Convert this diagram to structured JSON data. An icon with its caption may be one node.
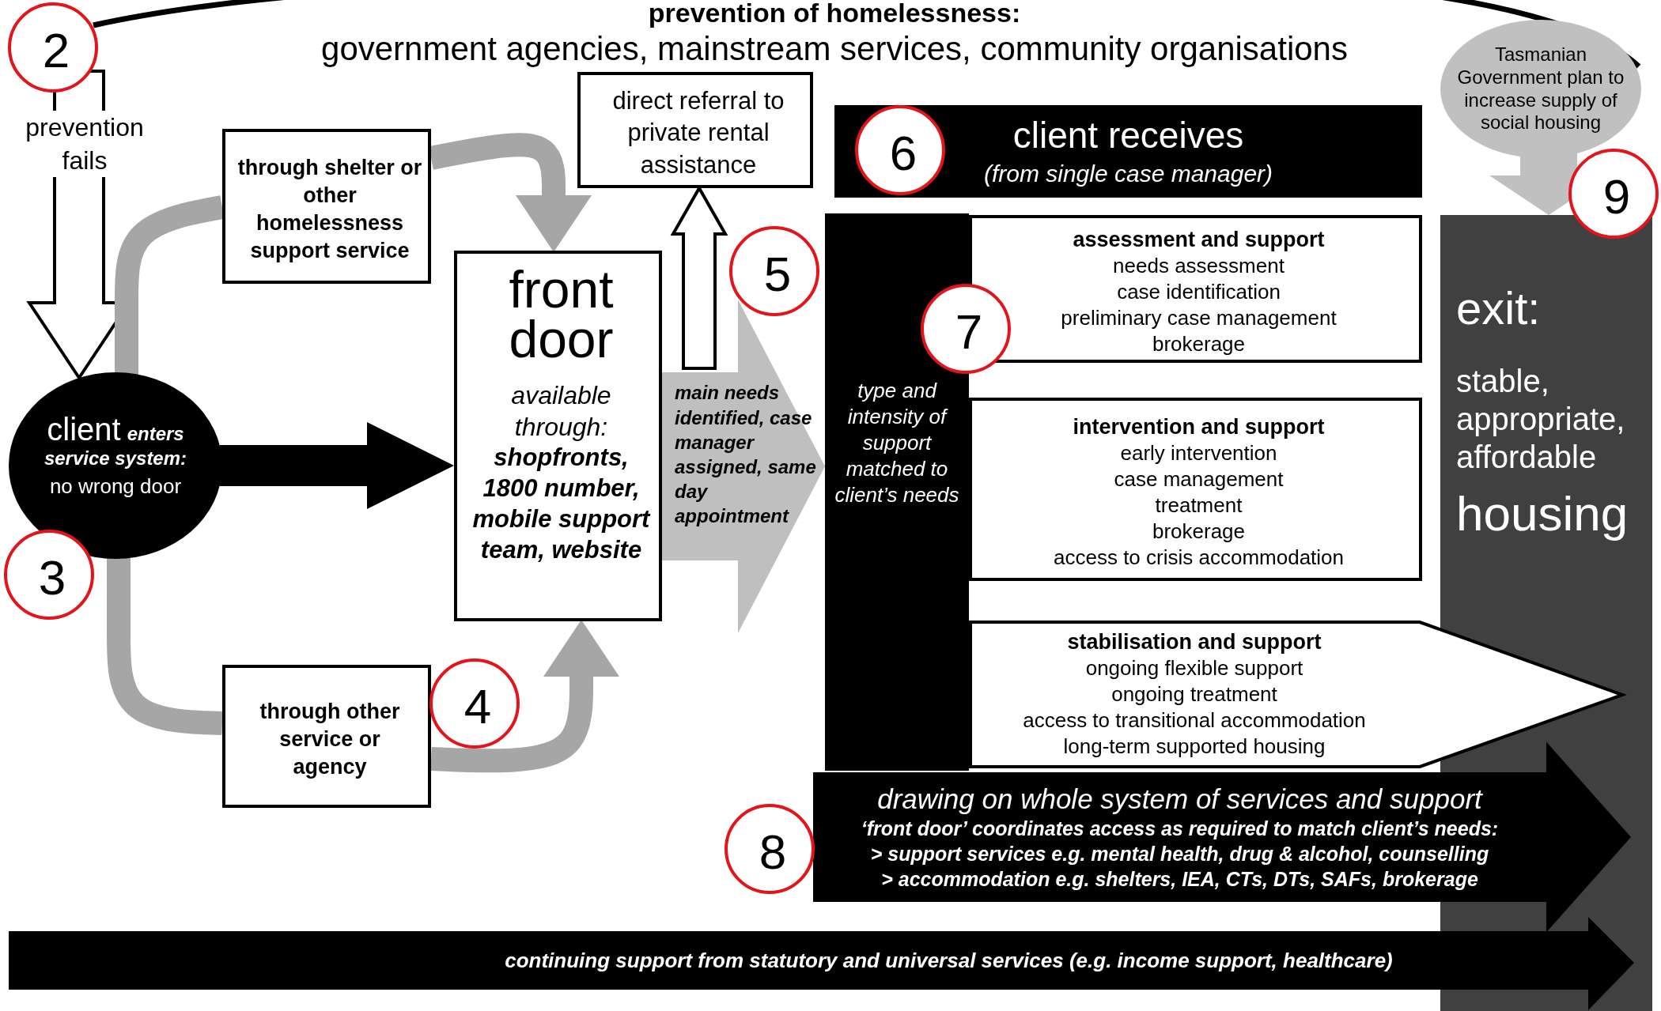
{
  "diagram": {
    "title": "prevention of homelessness:",
    "nodes": [
      {
        "text": [
          "2"
        ]
      },
      {
        "text": [
          "through shelter or other homelessness support service"
        ]
      },
      {
        "text": [
          "direct referral to private rental assistance"
        ]
      },
      {
        "text": [
          "client receives",
          "(from single case manager)"
        ]
      },
      {
        "text": [
          "6"
        ],
        "in": 3
      },
      {
        "text": [
          "Tasmanian Government plan to increase supply of social housing"
        ]
      },
      {
        "text": [
          "9"
        ]
      },
      {
        "text": [
          "front door",
          "available through:",
          "shopfronts, 1800 number, mobile support team, website"
        ]
      },
      {
        "text": [
          "5"
        ]
      },
      {
        "text": [
          "main needs identified, case manager assigned, same day appointment"
        ]
      },
      {
        "text": [
          "type and intensity of support matched to client’s needs"
        ]
      },
      {
        "text": [
          "assessment and support",
          "needs assessment",
          "case identification",
          "preliminary case management",
          "brokerage"
        ]
      },
      {
        "text": [
          "7"
        ]
      },
      {
        "text": [
          "exit:",
          "stable, appropriate, affordable",
          "housing"
        ]
      },
      {
        "text": [
          "client",
          "enters service system:",
          "no wrong door"
        ]
      },
      {
        "text": [
          "intervention and support",
          "early intervention",
          "case management",
          "treatment",
          "brokerage",
          "access to crisis accommodation"
        ]
      },
      {
        "text": [
          "3"
        ]
      },
      {
        "text": [
          "stabilisation and support",
          "ongoing flexible support",
          "ongoing treatment",
          "access to transitional accommodation",
          "long-term supported housing"
        ]
      },
      {
        "text": [
          "through other service or agency"
        ]
      },
      {
        "text": [
          "4"
        ]
      },
      {
        "text": [
          "drawing on whole system of services and support",
          "‘front door’ coordinates access as required to match client’s needs:",
          "> support services e.g. mental health, drug & alcohol, counselling",
          "> accommodation e.g. shelters, IEA, CTs, DTs, SAFs, brokerage"
        ]
      },
      {
        "text": [
          "8"
        ]
      },
      {
        "text": [
          "continuing support from statutory and universal services (e.g. income support, healthcare)"
        ]
      }
    ],
    "edges": [
      {
        "from": null,
        "to": 14,
        "arrow": "to",
        "label": "prevention fails"
      },
      {
        "from": 14,
        "to": 1,
        "arrow": "none",
        "color": "#a6a6a6"
      },
      {
        "from": 1,
        "to": 7,
        "arrow": "to",
        "color": "#a6a6a6"
      },
      {
        "from": 14,
        "to": 18,
        "arrow": "none",
        "color": "#a6a6a6"
      },
      {
        "from": 18,
        "to": 7,
        "arrow": "to",
        "color": "#a6a6a6"
      },
      {
        "from": 14,
        "to": 7,
        "arrow": "to",
        "style": "thick"
      },
      {
        "from": 9,
        "to": 2,
        "arrow": "to"
      },
      {
        "from": 5,
        "to": 13,
        "arrow": "to",
        "style": "thick",
        "color": "#c0c0c0"
      },
      {
        "from": 7,
        "to": 10,
        "arrow": "to",
        "style": "thick",
        "color": "#bfbfbf"
      },
      {
        "from": 10,
        "to": 13,
        "arrow": "to",
        "style": "thick"
      }
    ],
    "labels": [
      "government agencies, mainstream services, community organisations"
    ]
  }
}
